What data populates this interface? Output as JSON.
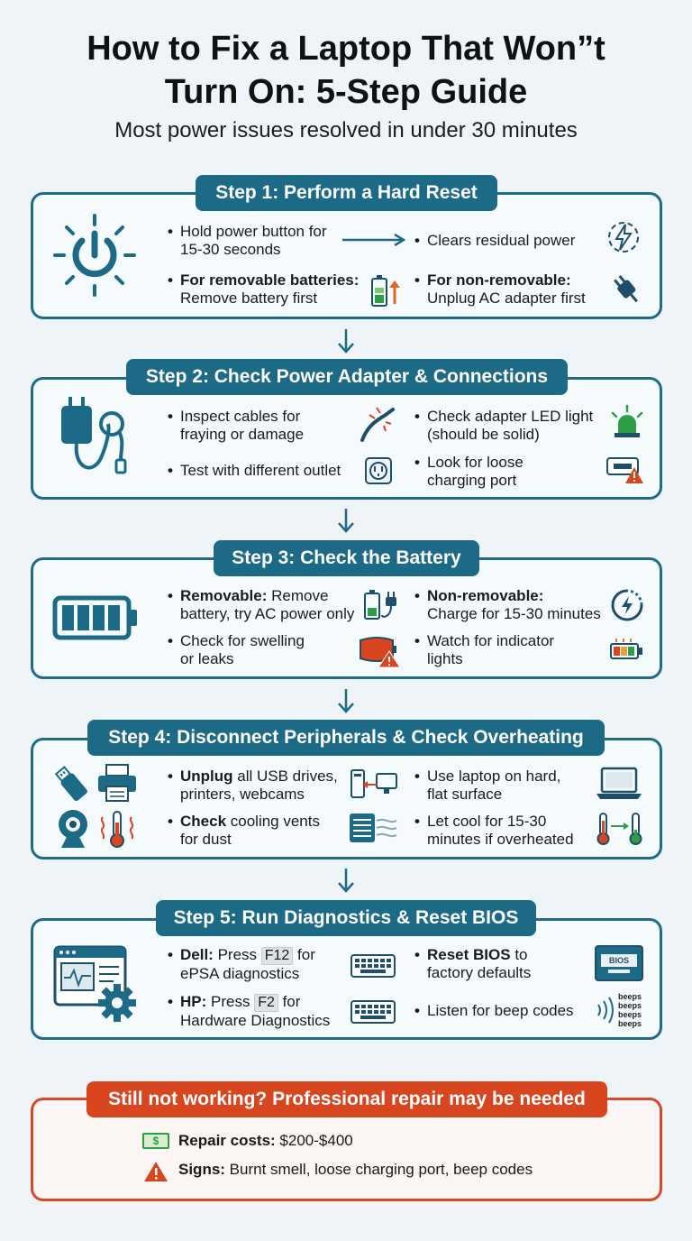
{
  "header": {
    "title_line1": "How to Fix a Laptop That Won”t",
    "title_line2": "Turn On: 5-Step Guide",
    "subtitle": "Most power issues resolved in under 30 minutes"
  },
  "steps": [
    {
      "title": "Step 1: Perform a Hard Reset",
      "items": [
        {
          "line1": "Hold power button for",
          "line2": "15-30 seconds"
        },
        {
          "line1": "Clears residual power"
        },
        {
          "bold": "For removable batteries:",
          "line2": "Remove battery first"
        },
        {
          "bold": "For non-removable:",
          "line2": "Unplug AC adapter first"
        }
      ]
    },
    {
      "title": "Step 2: Check Power Adapter & Connections",
      "items": [
        {
          "line1": "Inspect cables for",
          "line2": "fraying or damage"
        },
        {
          "line1": "Check adapter LED light",
          "line2": "(should be solid)"
        },
        {
          "line1": "Test with different outlet"
        },
        {
          "line1": "Look for loose",
          "line2": "charging port"
        }
      ]
    },
    {
      "title": "Step 3: Check the Battery",
      "items": [
        {
          "bold": "Removable:",
          "rest": " Remove",
          "line2": "battery, try AC power only"
        },
        {
          "bold": "Non-removable:",
          "line2": "Charge for 15-30 minutes"
        },
        {
          "line1": "Check for swelling",
          "line2": "or leaks"
        },
        {
          "line1": "Watch for indicator",
          "line2": "lights"
        }
      ]
    },
    {
      "title": "Step 4: Disconnect Peripherals & Check Overheating",
      "items": [
        {
          "bold": "Unplug",
          "rest": " all USB drives,",
          "line2": "printers, webcams"
        },
        {
          "line1": "Use laptop on hard,",
          "line2": "flat surface"
        },
        {
          "bold": "Check",
          "rest": " cooling vents",
          "line2": "for dust"
        },
        {
          "line1": "Let cool for 15-30",
          "line2": "minutes if overheated"
        }
      ]
    },
    {
      "title": "Step 5: Run Diagnostics & Reset BIOS",
      "items": [
        {
          "bold": "Dell:",
          "rest": " Press ",
          "key": "F12",
          "rest2": " for",
          "line2": "ePSA diagnostics"
        },
        {
          "bold": "Reset BIOS",
          "rest": " to",
          "line2": "factory defaults"
        },
        {
          "bold": "HP:",
          "rest": " Press ",
          "key": "F2",
          "rest2": " for",
          "line2": "Hardware Diagnostics"
        },
        {
          "line1": "Listen for beep codes"
        }
      ],
      "bios_label": "BIOS",
      "beeps": [
        "beeps",
        "beeps",
        "beeps",
        "beeps"
      ]
    }
  ],
  "warning": {
    "title": "Still not working? Professional repair may be needed",
    "cost_label": "Repair costs:",
    "cost_value": " $200-$400",
    "signs_label": "Signs:",
    "signs_value": " Burnt smell, loose charging port, beep codes",
    "money_symbol": "$"
  },
  "colors": {
    "primary": "#1d6a87",
    "accent_red": "#d8461f",
    "icon_dark": "#1f4e6b",
    "green": "#2e9e44",
    "orange": "#e0662a"
  }
}
